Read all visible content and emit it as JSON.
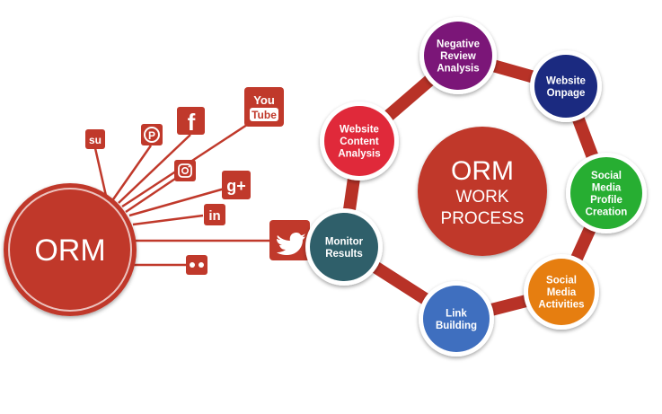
{
  "colors": {
    "brand_red": "#c0392b",
    "ring_red": "#b83227",
    "negative_review": "#7b1678",
    "website_onpage": "#1b2a80",
    "social_media_profile": "#27ae32",
    "social_media_activities": "#e67e10",
    "link_building": "#3f6fbf",
    "monitor_results": "#2f5f6a",
    "website_content": "#e0293a"
  },
  "orm_hub": {
    "label": "ORM"
  },
  "social_icons": [
    {
      "name": "stumbleupon-icon",
      "glyph": "su"
    },
    {
      "name": "pinterest-icon",
      "glyph": "P"
    },
    {
      "name": "facebook-icon",
      "glyph": "f"
    },
    {
      "name": "youtube-icon",
      "glyph_top": "You",
      "glyph_bottom": "Tube"
    },
    {
      "name": "instagram-icon",
      "glyph": ""
    },
    {
      "name": "google-plus-icon",
      "glyph": "g+"
    },
    {
      "name": "linkedin-icon",
      "glyph": "in"
    },
    {
      "name": "twitter-icon",
      "glyph": ""
    },
    {
      "name": "flickr-icon",
      "glyph": ""
    }
  ],
  "process": {
    "center": {
      "line1": "ORM",
      "line2": "WORK",
      "line3": "PROCESS"
    },
    "steps": [
      {
        "id": "negative-review-analysis",
        "lines": [
          "Negative",
          "Review",
          "Analysis"
        ]
      },
      {
        "id": "website-onpage",
        "lines": [
          "Website",
          "Onpage"
        ]
      },
      {
        "id": "social-media-profile-creation",
        "lines": [
          "Social",
          "Media",
          "Profile",
          "Creation"
        ]
      },
      {
        "id": "social-media-activities",
        "lines": [
          "Social",
          "Media",
          "Activities"
        ]
      },
      {
        "id": "link-building",
        "lines": [
          "Link",
          "Building"
        ]
      },
      {
        "id": "monitor-results",
        "lines": [
          "Monitor",
          "Results"
        ]
      },
      {
        "id": "website-content-analysis",
        "lines": [
          "Website",
          "Content",
          "Analysis"
        ]
      }
    ]
  }
}
